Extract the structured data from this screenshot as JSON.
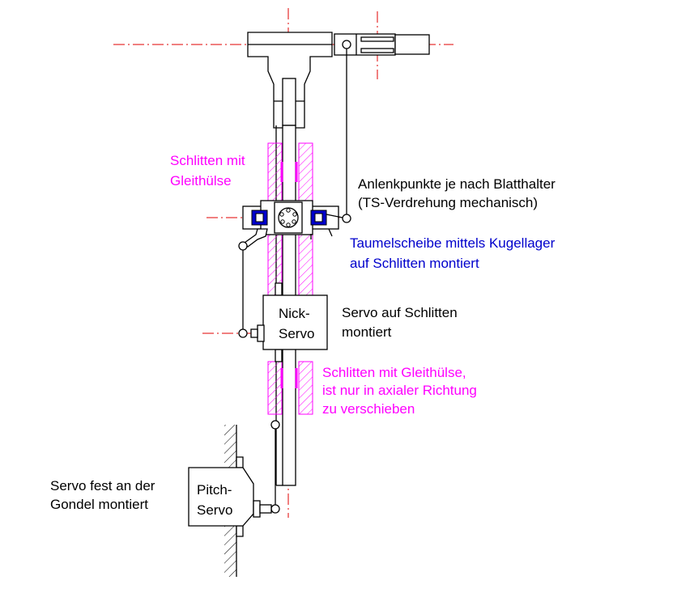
{
  "labels": {
    "schlitten_top_line1": "Schlitten mit",
    "schlitten_top_line2": "Gleithülse",
    "anlenk_line1": "Anlenkpunkte je nach Blatthalter",
    "anlenk_line2": "(TS-Verdrehung mechanisch)",
    "taumel_line1": "Taumelscheibe mittels Kugellager",
    "taumel_line2": "auf Schlitten montiert",
    "servo_schlitten_line1": "Servo auf Schlitten",
    "servo_schlitten_line2": "montiert",
    "schlitten_bottom_line1": "Schlitten mit Gleithülse,",
    "schlitten_bottom_line2": "ist nur in axialer Richtung",
    "schlitten_bottom_line3": "zu verschieben",
    "servo_fest_line1": "Servo fest an der",
    "servo_fest_line2": "Gondel montiert"
  },
  "boxes": {
    "nick_line1": "Nick-",
    "nick_line2": "Servo",
    "pitch_line1": "Pitch-",
    "pitch_line2": "Servo"
  },
  "colors": {
    "black_text": "#000000",
    "magenta_text": "#ff00ff",
    "blue_text": "#0000cc",
    "center_line": "#e00000",
    "hatch": "#ff00ff",
    "bearing": "#0000cc"
  }
}
